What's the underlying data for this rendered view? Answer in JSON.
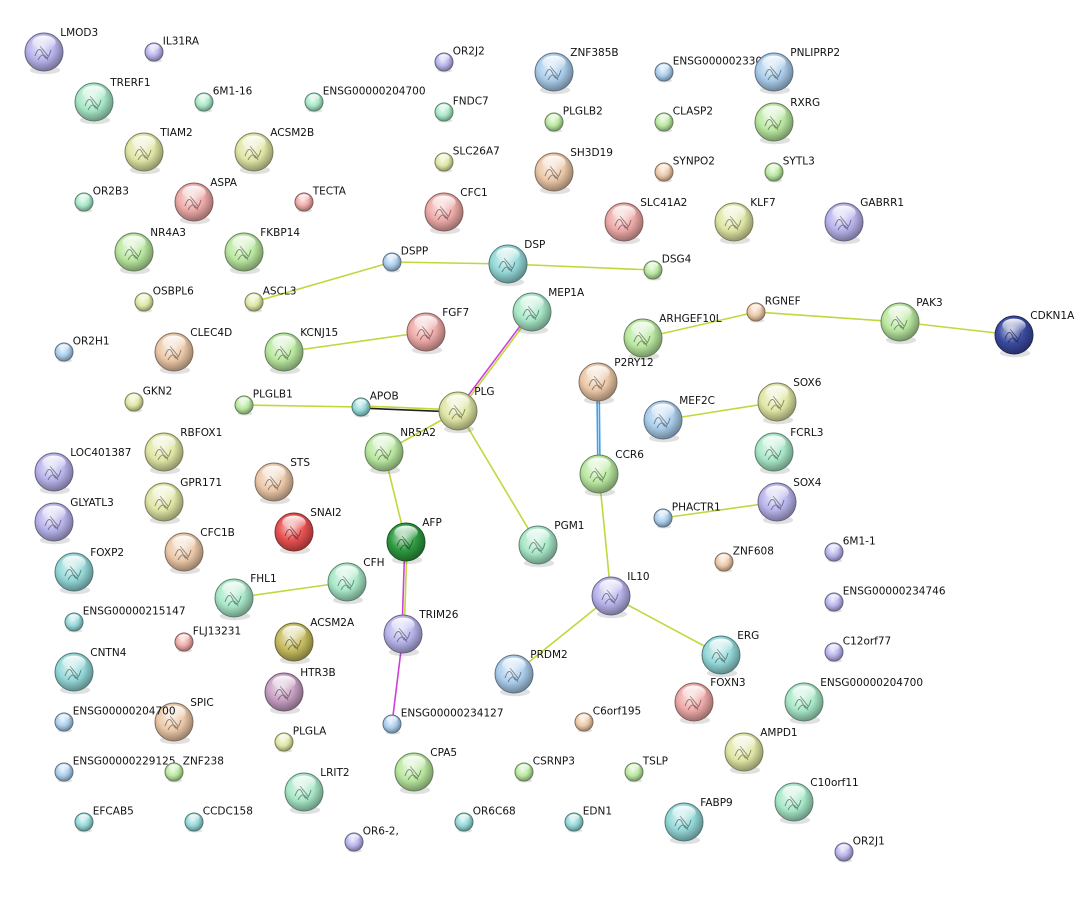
{
  "colors": {
    "green": "#b9e8a0",
    "mint": "#a8e8c8",
    "olive": "#e0e6a4",
    "peach": "#ecc8a8",
    "rose": "#eeaaa8",
    "violet": "#b8b4ec",
    "blue": "#aacdec",
    "teal": "#94d8d8",
    "red": "#e85050",
    "darkgreen": "#2e9a40",
    "navy": "#3a4aa0",
    "khaki": "#c6bc60",
    "plum": "#c8a0c4",
    "edge_green": "#c0d83c",
    "edge_black": "#202020",
    "edge_magenta": "#d040d8",
    "edge_blue": "#40a0e8"
  },
  "nodes": [
    {
      "id": "LMOD3",
      "color": "violet",
      "label": "LMOD3",
      "big": true
    },
    {
      "id": "IL31RA",
      "color": "violet",
      "label": "IL31RA",
      "big": false
    },
    {
      "id": "OR2J2",
      "color": "violet",
      "label": "OR2J2",
      "big": false
    },
    {
      "id": "ZNF385B",
      "color": "blue",
      "label": "ZNF385B",
      "big": true
    },
    {
      "id": "ENSG00000233054",
      "color": "blue",
      "label": "ENSG00000233054",
      "big": false
    },
    {
      "id": "PNLIPRP2",
      "color": "blue",
      "label": "PNLIPRP2",
      "big": true
    },
    {
      "id": "TRERF1",
      "color": "mint",
      "label": "TRERF1",
      "big": true
    },
    {
      "id": "6M1-16",
      "color": "mint",
      "label": "6M1-16",
      "big": false
    },
    {
      "id": "ENSG00000204700a",
      "color": "mint",
      "label": "ENSG00000204700",
      "big": false
    },
    {
      "id": "FNDC7",
      "color": "mint",
      "label": "FNDC7",
      "big": false
    },
    {
      "id": "PLGLB2",
      "color": "green",
      "label": "PLGLB2",
      "big": false
    },
    {
      "id": "CLASP2",
      "color": "green",
      "label": "CLASP2",
      "big": false
    },
    {
      "id": "RXRG",
      "color": "green",
      "label": "RXRG",
      "big": true
    },
    {
      "id": "TIAM2",
      "color": "olive",
      "label": "TIAM2",
      "big": true
    },
    {
      "id": "ACSM2B",
      "color": "olive",
      "label": "ACSM2B",
      "big": true
    },
    {
      "id": "SLC26A7",
      "color": "olive",
      "label": "SLC26A7",
      "big": false
    },
    {
      "id": "SH3D19",
      "color": "peach",
      "label": "SH3D19",
      "big": true
    },
    {
      "id": "SYNPO2",
      "color": "peach",
      "label": "SYNPO2",
      "big": false
    },
    {
      "id": "SYTL3",
      "color": "green",
      "label": "SYTL3",
      "big": false
    },
    {
      "id": "OR2B3",
      "color": "mint",
      "label": "OR2B3",
      "big": false
    },
    {
      "id": "ASPA",
      "color": "rose",
      "label": "ASPA",
      "big": true
    },
    {
      "id": "TECTA",
      "color": "rose",
      "label": "TECTA",
      "big": false
    },
    {
      "id": "CFC1",
      "color": "rose",
      "label": "CFC1",
      "big": true
    },
    {
      "id": "SLC41A2",
      "color": "rose",
      "label": "SLC41A2",
      "big": true
    },
    {
      "id": "KLF7",
      "color": "olive",
      "label": "KLF7",
      "big": true
    },
    {
      "id": "GABRR1",
      "color": "violet",
      "label": "GABRR1",
      "big": true
    },
    {
      "id": "NR4A3",
      "color": "green",
      "label": "NR4A3",
      "big": true
    },
    {
      "id": "FKBP14",
      "color": "green",
      "label": "FKBP14",
      "big": true
    },
    {
      "id": "DSPP",
      "color": "blue",
      "label": "DSPP",
      "big": false
    },
    {
      "id": "DSP",
      "color": "teal",
      "label": "DSP",
      "big": true
    },
    {
      "id": "DSG4",
      "color": "green",
      "label": "DSG4",
      "big": false
    },
    {
      "id": "OSBPL6",
      "color": "olive",
      "label": "OSBPL6",
      "big": false
    },
    {
      "id": "ASCL3",
      "color": "olive",
      "label": "ASCL3",
      "big": false
    },
    {
      "id": "MEP1A",
      "color": "mint",
      "label": "MEP1A",
      "big": true
    },
    {
      "id": "RGNEF",
      "color": "peach",
      "label": "RGNEF",
      "big": false
    },
    {
      "id": "PAK3",
      "color": "green",
      "label": "PAK3",
      "big": true
    },
    {
      "id": "CDKN1A",
      "color": "navy",
      "label": "CDKN1A",
      "big": true
    },
    {
      "id": "OR2H1",
      "color": "blue",
      "label": "OR2H1",
      "big": false
    },
    {
      "id": "CLEC4D",
      "color": "peach",
      "label": "CLEC4D",
      "big": true
    },
    {
      "id": "KCNJ15",
      "color": "green",
      "label": "KCNJ15",
      "big": true
    },
    {
      "id": "FGF7",
      "color": "rose",
      "label": "FGF7",
      "big": true
    },
    {
      "id": "ARHGEF10L",
      "color": "green",
      "label": "ARHGEF10L",
      "big": true
    },
    {
      "id": "P2RY12",
      "color": "peach",
      "label": "P2RY12",
      "big": true
    },
    {
      "id": "GKN2",
      "color": "olive",
      "label": "GKN2",
      "big": false
    },
    {
      "id": "PLGLB1",
      "color": "green",
      "label": "PLGLB1",
      "big": false
    },
    {
      "id": "APOB",
      "color": "teal",
      "label": "APOB",
      "big": false
    },
    {
      "id": "PLG",
      "color": "olive",
      "label": "PLG",
      "big": true
    },
    {
      "id": "MEF2C",
      "color": "blue",
      "label": "MEF2C",
      "big": true
    },
    {
      "id": "SOX6",
      "color": "olive",
      "label": "SOX6",
      "big": true
    },
    {
      "id": "RBFOX1",
      "color": "olive",
      "label": "RBFOX1",
      "big": true
    },
    {
      "id": "LOC401387",
      "color": "violet",
      "label": "LOC401387",
      "big": true
    },
    {
      "id": "NR5A2",
      "color": "green",
      "label": "NR5A2",
      "big": true
    },
    {
      "id": "FCRL3",
      "color": "mint",
      "label": "FCRL3",
      "big": true
    },
    {
      "id": "STS",
      "color": "peach",
      "label": "STS",
      "big": true
    },
    {
      "id": "CCR6",
      "color": "green",
      "label": "CCR6",
      "big": true
    },
    {
      "id": "GPR171",
      "color": "olive",
      "label": "GPR171",
      "big": true
    },
    {
      "id": "GLYATL3",
      "color": "violet",
      "label": "GLYATL3",
      "big": true
    },
    {
      "id": "SOX4",
      "color": "violet",
      "label": "SOX4",
      "big": true
    },
    {
      "id": "PHACTR1",
      "color": "blue",
      "label": "PHACTR1",
      "big": false
    },
    {
      "id": "SNAI2",
      "color": "red",
      "label": "SNAI2",
      "big": true
    },
    {
      "id": "CFC1B",
      "color": "peach",
      "label": "CFC1B",
      "big": true
    },
    {
      "id": "AFP",
      "color": "darkgreen",
      "label": "AFP",
      "big": true
    },
    {
      "id": "PGM1",
      "color": "mint",
      "label": "PGM1",
      "big": true
    },
    {
      "id": "6M1-1",
      "color": "violet",
      "label": "6M1-1",
      "big": false
    },
    {
      "id": "FOXP2",
      "color": "teal",
      "label": "FOXP2",
      "big": true
    },
    {
      "id": "ZNF608",
      "color": "peach",
      "label": "ZNF608",
      "big": false
    },
    {
      "id": "CFH",
      "color": "mint",
      "label": "CFH",
      "big": true
    },
    {
      "id": "FHL1",
      "color": "mint",
      "label": "FHL1",
      "big": true
    },
    {
      "id": "IL10",
      "color": "violet",
      "label": "IL10",
      "big": true
    },
    {
      "id": "ENSG00000234746",
      "color": "violet",
      "label": "ENSG00000234746",
      "big": false
    },
    {
      "id": "ENSG00000215147",
      "color": "teal",
      "label": "ENSG00000215147",
      "big": false
    },
    {
      "id": "TRIM26",
      "color": "violet",
      "label": "TRIM26",
      "big": true
    },
    {
      "id": "FLJ13231",
      "color": "rose",
      "label": "FLJ13231",
      "big": false
    },
    {
      "id": "ACSM2A",
      "color": "khaki",
      "label": "ACSM2A",
      "big": true
    },
    {
      "id": "C12orf77",
      "color": "violet",
      "label": "C12orf77",
      "big": false
    },
    {
      "id": "CNTN4",
      "color": "teal",
      "label": "CNTN4",
      "big": true
    },
    {
      "id": "ERG",
      "color": "teal",
      "label": "ERG",
      "big": true
    },
    {
      "id": "PRDM2",
      "color": "blue",
      "label": "PRDM2",
      "big": true
    },
    {
      "id": "HTR3B",
      "color": "plum",
      "label": "HTR3B",
      "big": true
    },
    {
      "id": "FOXN3",
      "color": "rose",
      "label": "FOXN3",
      "big": true
    },
    {
      "id": "ENSG00000204700b",
      "color": "mint",
      "label": "ENSG00000204700",
      "big": true
    },
    {
      "id": "SPIC",
      "color": "peach",
      "label": "SPIC",
      "big": true
    },
    {
      "id": "ENSG00000204700c",
      "color": "blue",
      "label": "ENSG00000204700",
      "big": false
    },
    {
      "id": "ENSG00000234127",
      "color": "blue",
      "label": "ENSG00000234127",
      "big": false
    },
    {
      "id": "C6orf195",
      "color": "peach",
      "label": "C6orf195",
      "big": false
    },
    {
      "id": "PLGLA",
      "color": "olive",
      "label": "PLGLA",
      "big": false
    },
    {
      "id": "AMPD1",
      "color": "olive",
      "label": "AMPD1",
      "big": true
    },
    {
      "id": "ENSG00000229125",
      "color": "blue",
      "label": "ENSG00000229125",
      "big": false
    },
    {
      "id": "ZNF238",
      "color": "green",
      "label": "ZNF238",
      "big": false
    },
    {
      "id": "LRIT2",
      "color": "mint",
      "label": "LRIT2",
      "big": true
    },
    {
      "id": "CPA5",
      "color": "green",
      "label": "CPA5",
      "big": true
    },
    {
      "id": "CSRNP3",
      "color": "green",
      "label": "CSRNP3",
      "big": false
    },
    {
      "id": "TSLP",
      "color": "green",
      "label": "TSLP",
      "big": false
    },
    {
      "id": "C10orf11",
      "color": "mint",
      "label": "C10orf11",
      "big": true
    },
    {
      "id": "EFCAB5",
      "color": "teal",
      "label": "EFCAB5",
      "big": false
    },
    {
      "id": "CCDC158",
      "color": "teal",
      "label": "CCDC158",
      "big": false
    },
    {
      "id": "OR6-2,",
      "color": "violet",
      "label": "OR6-2,",
      "big": false
    },
    {
      "id": "OR6C68",
      "color": "teal",
      "label": "OR6C68",
      "big": false
    },
    {
      "id": "EDN1",
      "color": "teal",
      "label": "EDN1",
      "big": false
    },
    {
      "id": "FABP9",
      "color": "teal",
      "label": "FABP9",
      "big": true
    },
    {
      "id": "OR2J1",
      "color": "violet",
      "label": "OR2J1",
      "big": false
    }
  ],
  "edges": [
    {
      "from": "DSPP",
      "to": "DSP",
      "colors": [
        "edge_green"
      ]
    },
    {
      "from": "DSP",
      "to": "DSG4",
      "colors": [
        "edge_green"
      ]
    },
    {
      "from": "DSPP",
      "to": "ASCL3",
      "colors": [
        "edge_green"
      ]
    },
    {
      "from": "KCNJ15",
      "to": "FGF7",
      "colors": [
        "edge_green"
      ]
    },
    {
      "from": "MEP1A",
      "to": "PLG",
      "colors": [
        "edge_green",
        "edge_magenta"
      ]
    },
    {
      "from": "PLGLB1",
      "to": "APOB",
      "colors": [
        "edge_green"
      ]
    },
    {
      "from": "APOB",
      "to": "PLG",
      "colors": [
        "edge_green",
        "edge_black"
      ]
    },
    {
      "from": "PLG",
      "to": "NR5A2",
      "colors": [
        "edge_green"
      ]
    },
    {
      "from": "PLG",
      "to": "PGM1",
      "colors": [
        "edge_green"
      ]
    },
    {
      "from": "ARHGEF10L",
      "to": "RGNEF",
      "colors": [
        "edge_green"
      ]
    },
    {
      "from": "RGNEF",
      "to": "PAK3",
      "colors": [
        "edge_green"
      ]
    },
    {
      "from": "PAK3",
      "to": "CDKN1A",
      "colors": [
        "edge_green"
      ]
    },
    {
      "from": "P2RY12",
      "to": "CCR6",
      "colors": [
        "edge_blue",
        "edge_blue"
      ]
    },
    {
      "from": "MEF2C",
      "to": "SOX6",
      "colors": [
        "edge_green"
      ]
    },
    {
      "from": "PHACTR1",
      "to": "SOX4",
      "colors": [
        "edge_green"
      ]
    },
    {
      "from": "CCR6",
      "to": "IL10",
      "colors": [
        "edge_green"
      ]
    },
    {
      "from": "NR5A2",
      "to": "AFP",
      "colors": [
        "edge_green"
      ]
    },
    {
      "from": "FHL1",
      "to": "CFH",
      "colors": [
        "edge_green"
      ]
    },
    {
      "from": "AFP",
      "to": "TRIM26",
      "colors": [
        "edge_green",
        "edge_magenta"
      ]
    },
    {
      "from": "TRIM26",
      "to": "ENSG00000234127",
      "colors": [
        "edge_magenta"
      ]
    },
    {
      "from": "IL10",
      "to": "PRDM2",
      "colors": [
        "edge_green"
      ]
    },
    {
      "from": "IL10",
      "to": "ERG",
      "colors": [
        "edge_green"
      ]
    }
  ]
}
